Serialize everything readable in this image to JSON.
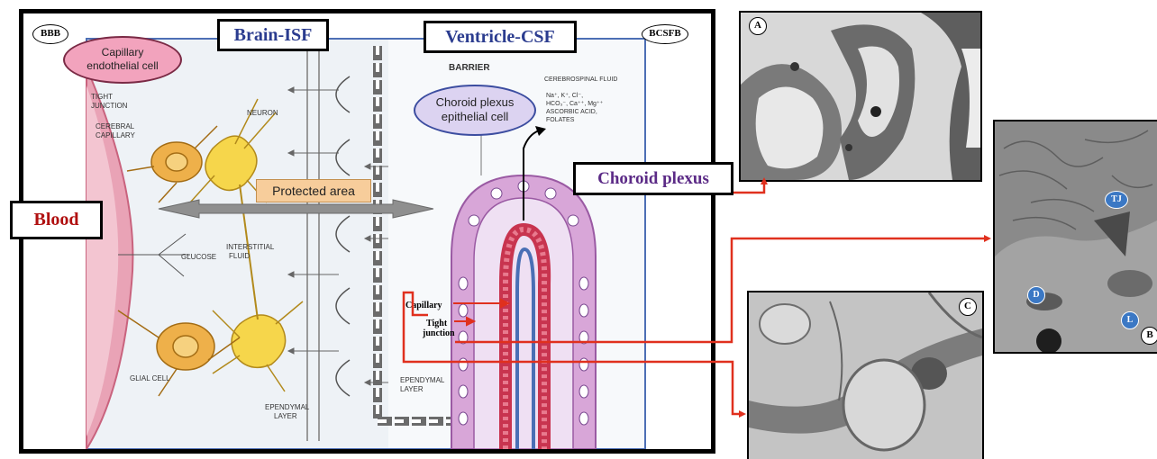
{
  "diagram": {
    "bbb_label": "BBB",
    "bcsfb_label": "BCSFB",
    "brain_isf_label": "Brain-ISF",
    "ventricle_csf_label": "Ventricle-CSF",
    "blood_label": "Blood",
    "choroid_plexus_label": "Choroid plexus",
    "protected_area_label": "Protected area",
    "capillary_endothelial_line1": "Capillary",
    "capillary_endothelial_line2": "endothelial cell",
    "choroid_epithelial_line1": "Choroid plexus",
    "choroid_epithelial_line2": "epithelial cell",
    "barrier_label": "BARRIER",
    "csf_heading": "CEREBROSPINAL FLUID",
    "csf_contents": [
      "Na⁺, K⁺, Cl⁻,",
      "HCO₃⁻, Ca⁺⁺, Mg⁺⁺",
      "ASCORBIC ACID,",
      "FOLATES"
    ],
    "tight_junction_top_line1": "TIGHT",
    "tight_junction_top_line2": "JUNCTION",
    "cerebral_capillary_line1": "CEREBRAL",
    "cerebral_capillary_line2": "CAPILLARY",
    "neuron_label": "NEURON",
    "glucose_label": "GLUCOSE",
    "interstitial_line1": "INTERSTITIAL",
    "interstitial_line2": "FLUID",
    "glial_label": "GLIAL CELL",
    "ependymal_line1": "EPENDYMAL",
    "ependymal_line2": "LAYER",
    "capillary_label": "Capillary",
    "tight_junction_line1": "Tight",
    "tight_junction_line2": "junction"
  },
  "micrographs": {
    "a_label": "A",
    "b_label": "B",
    "c_label": "C",
    "tj_label": "TJ",
    "d_label": "D",
    "l_label": "L"
  },
  "colors": {
    "arrow_red": "#e0301e",
    "label_blue": "#2b3c8f",
    "label_purple": "#5b2a86",
    "blood_red": "#b01010",
    "oval_pink": "#f2a3bd",
    "oval_lavender": "#dcd3f1",
    "protected_orange": "#f7cd9b",
    "panel_blue_border": "#4d6fb5"
  }
}
